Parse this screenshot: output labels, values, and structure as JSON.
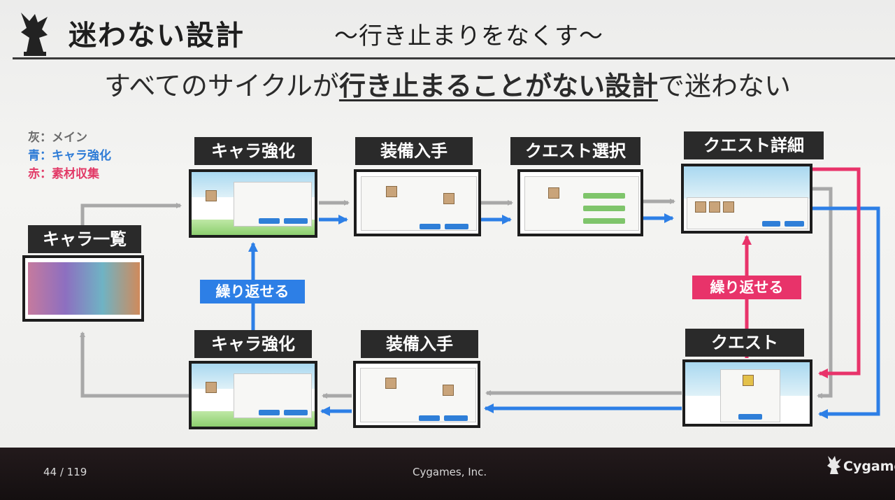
{
  "header": {
    "title": "迷わない設計",
    "subtitle": "〜行き止まりをなくす〜"
  },
  "headline": {
    "before": "すべてのサイクルが",
    "emphasis": "行き止まることがない設計",
    "after": "で迷わない"
  },
  "legend": [
    {
      "text": "灰：メイン",
      "color": "#6b6b6b"
    },
    {
      "text": "青：キャラ強化",
      "color": "#2d7bd6"
    },
    {
      "text": "赤：素材収集",
      "color": "#e23a67"
    }
  ],
  "nodes": {
    "chara_list": "キャラ一覧",
    "chara_up_top": "キャラ強化",
    "equip_top": "装備入手",
    "quest_select": "クエスト選択",
    "quest_detail": "クエスト詳細",
    "chara_up_bottom": "キャラ強化",
    "equip_bottom": "装備入手",
    "quest": "クエスト"
  },
  "tags": {
    "repeat_blue": "繰り返せる",
    "repeat_red": "繰り返せる"
  },
  "colors": {
    "gray": "#a8a8a8",
    "blue": "#2d7fe6",
    "red": "#e8336a",
    "label_bg": "#2a2a2a"
  },
  "footer": {
    "page": "44 / 119",
    "company": "Cygames, Inc.",
    "logo": "Cygames"
  },
  "icons": [
    "mascot-logo-icon",
    "cygames-logo-icon"
  ]
}
